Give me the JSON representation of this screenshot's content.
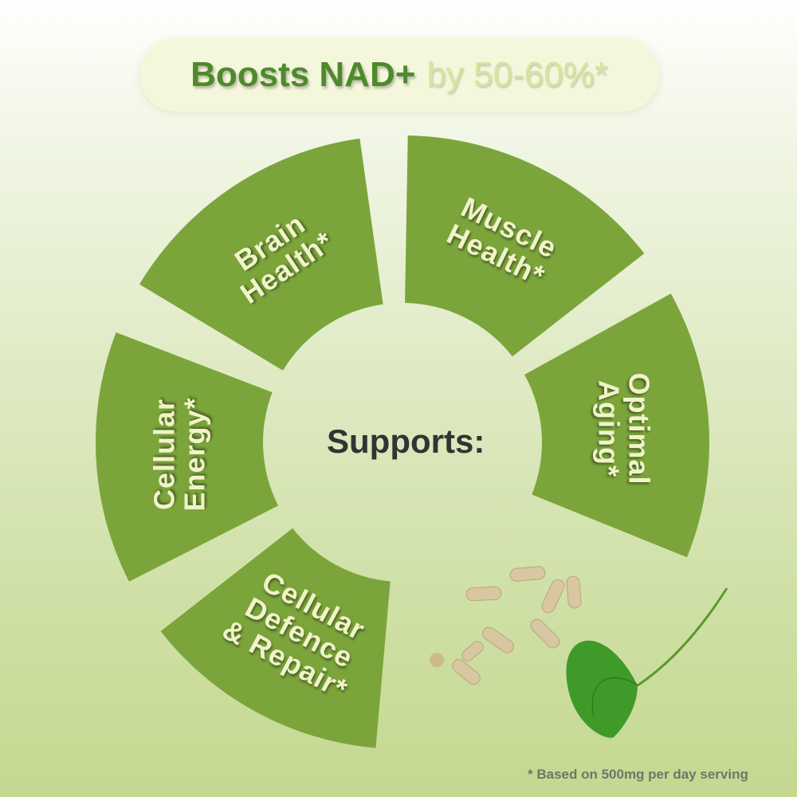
{
  "headline": {
    "bold": "Boosts NAD+",
    "light": "by 50-60%*"
  },
  "center_label": "Supports:",
  "segments": [
    {
      "label": "Brain Health*",
      "lines": [
        "Brain",
        "Health*"
      ]
    },
    {
      "label": "Muscle Health*",
      "lines": [
        "Muscle",
        "Health*"
      ]
    },
    {
      "label": "Optimal Aging*",
      "lines": [
        "Optimal",
        "Aging*"
      ]
    },
    {
      "label": "Cellular Defence & Repair*",
      "lines": [
        "Cellular",
        "Defence",
        "& Repair*"
      ]
    },
    {
      "label": "Cellular Energy*",
      "lines": [
        "Cellular",
        "Energy*"
      ]
    }
  ],
  "footnote": "* Based on 500mg per day serving",
  "colors": {
    "segment": "#7ba53b",
    "headline": "#4e8a2c",
    "label": "#f1f3c8"
  }
}
